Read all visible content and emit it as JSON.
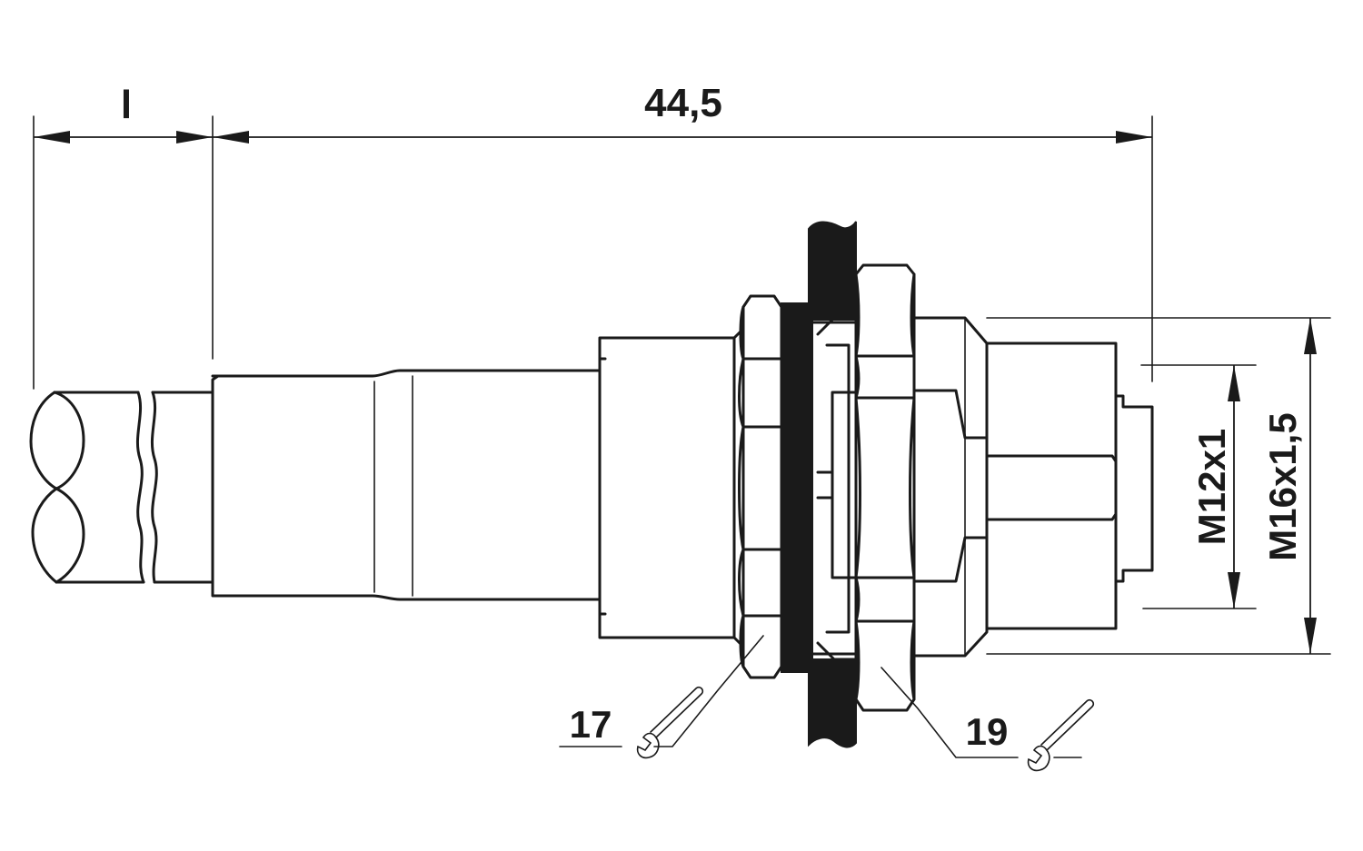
{
  "dimensions": {
    "cable_length_label": "l",
    "overall_length": "44,5",
    "inner_thread": "M12x1",
    "outer_thread": "M16x1,5",
    "wrench_size_front": "17",
    "wrench_size_rear": "19"
  },
  "icons": {
    "wrench_front": "wrench-icon",
    "wrench_rear": "wrench-icon"
  },
  "colors": {
    "line": "#1a1a1a",
    "background": "#ffffff"
  }
}
